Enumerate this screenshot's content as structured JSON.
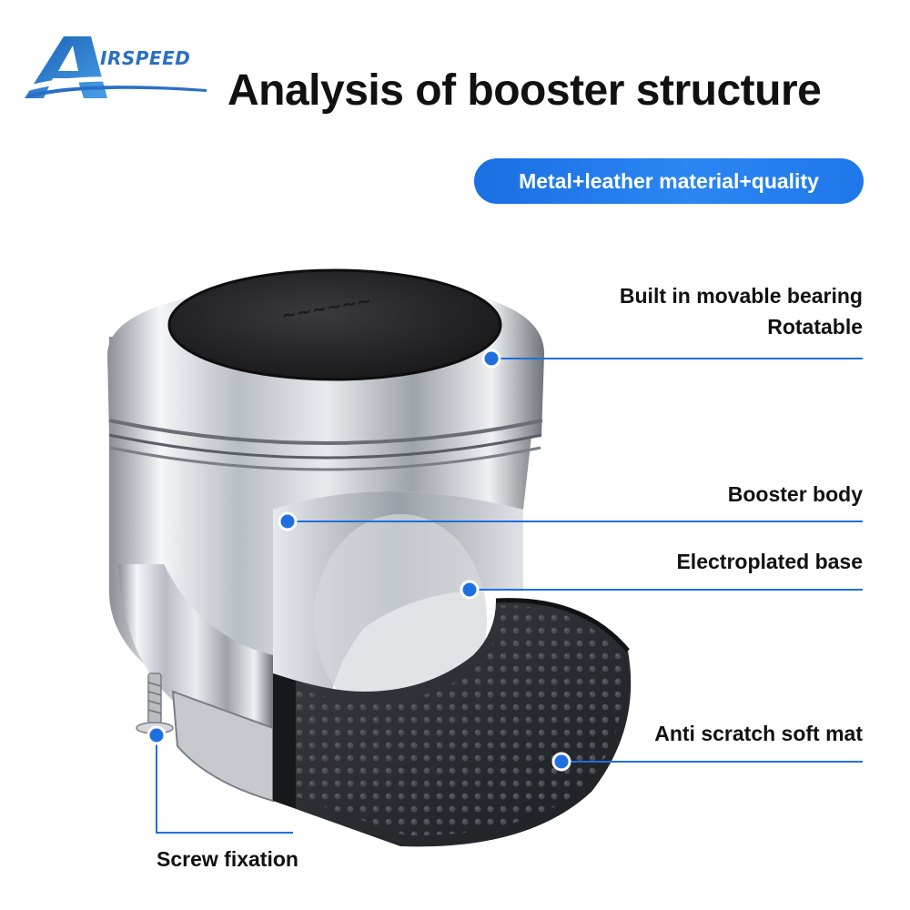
{
  "brand": {
    "logo_text": "IRSPEED",
    "logo_letter": "A"
  },
  "title": "Analysis of booster structure",
  "badge": "Metal+leather material+quality",
  "callouts": {
    "bearing_line1": "Built in movable bearing",
    "bearing_line2": "Rotatable",
    "body": "Booster body",
    "base": "Electroplated base",
    "mat": "Anti scratch soft mat",
    "screw": "Screw fixation"
  },
  "colors": {
    "accent": "#1f6fe0",
    "logo": "#2a6fc4",
    "title": "#111111",
    "chrome": "#c8ccd2",
    "leather": "#2a2a2c",
    "mat": "#2b2d31"
  },
  "icons": [
    "logo-mark-icon",
    "callout-dot-icon",
    "screw-icon"
  ]
}
